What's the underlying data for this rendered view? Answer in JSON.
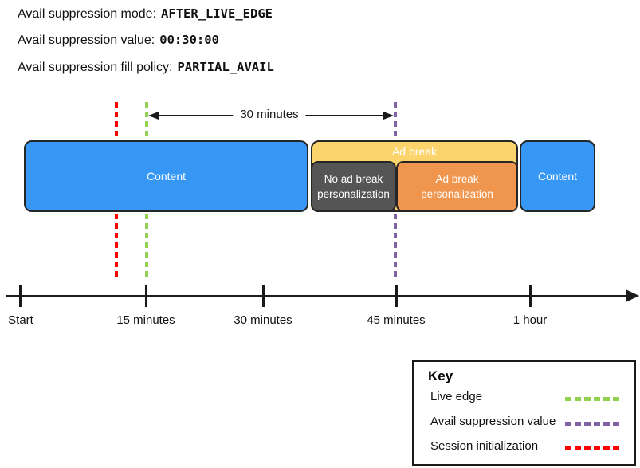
{
  "config": {
    "mode_label": "Avail suppression mode:",
    "mode_value": "AFTER_LIVE_EDGE",
    "value_label": "Avail suppression value:",
    "value_value": "00:30:00",
    "policy_label": "Avail suppression fill policy:",
    "policy_value": "PARTIAL_AVAIL"
  },
  "diagram": {
    "duration_annotation": "30 minutes",
    "content_left_label": "Content",
    "ad_break_label": "Ad break",
    "no_personalization_label": "No ad break personalization",
    "personalization_label": "Ad break personalization",
    "content_right_label": "Content",
    "colors": {
      "content_blue": "#3797F4",
      "ad_break_yellow": "#FBD46B",
      "no_personalization_gray": "#555555",
      "personalization_orange": "#F0954E",
      "live_edge_green": "#92D050",
      "avail_suppression_purple": "#8064A2",
      "session_init_red": "#FF0000"
    }
  },
  "timeline": {
    "ticks": [
      {
        "label": "Start"
      },
      {
        "label": "15 minutes"
      },
      {
        "label": "30 minutes"
      },
      {
        "label": "45 minutes"
      },
      {
        "label": "1 hour"
      }
    ]
  },
  "legend": {
    "title": "Key",
    "items": [
      {
        "label": "Live edge",
        "color": "#92D050"
      },
      {
        "label": "Avail suppression value",
        "color": "#8064A2"
      },
      {
        "label": "Session initialization",
        "color": "#FF0000"
      }
    ]
  }
}
